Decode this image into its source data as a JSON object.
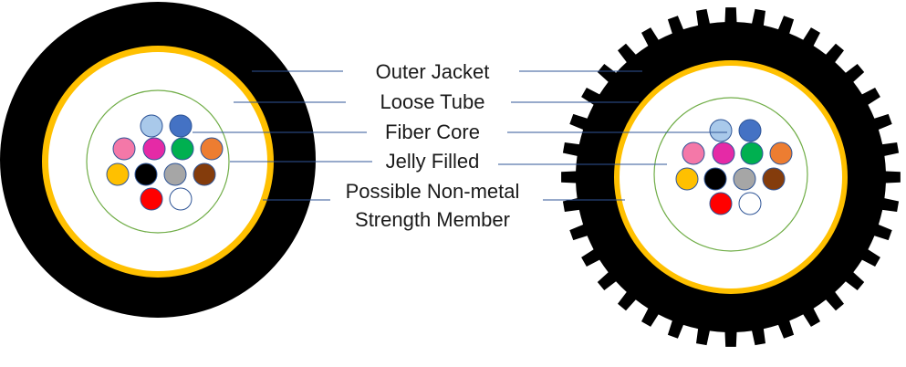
{
  "labels": {
    "outer_jacket": "Outer Jacket",
    "loose_tube": "Loose Tube",
    "fiber_core": "Fiber Core",
    "jelly_filled": "Jelly Filled",
    "strength_member_line1": "Possible Non-metal",
    "strength_member_line2": "Strength Member"
  },
  "colors": {
    "jacket": "#000000",
    "strength_member": "#ffc000",
    "tube_outline": "#70ad47",
    "leader_line": "#2f5597",
    "fibers": [
      "#a9c9ea",
      "#4472c4",
      "#f478a8",
      "#e52aa6",
      "#00b050",
      "#ed7d31",
      "#ffc000",
      "#000000",
      "#a6a6a6",
      "#843c0c",
      "#ff0000",
      "#ffffff"
    ]
  },
  "fiber_colors": [
    "light-blue",
    "blue",
    "pink",
    "magenta",
    "green",
    "orange",
    "yellow",
    "black",
    "grey",
    "brown",
    "red",
    "white"
  ]
}
